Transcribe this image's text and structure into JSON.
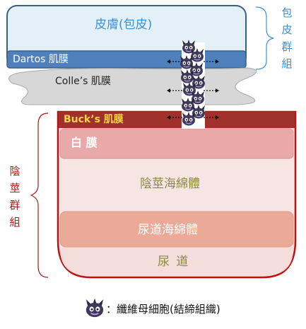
{
  "layers": {
    "skin": "皮膚(包皮)",
    "dartos": "Dartos 肌膜",
    "colles": "Colle’s 肌膜",
    "bucks": "Buck’s 肌膜",
    "tunica": "白 膜",
    "corpus_cavernosum": "陰莖海綿體",
    "corpus_spongiosum": "尿道海綿體",
    "urethra": "尿 道"
  },
  "groups": {
    "foreskin": "包皮群組",
    "penile": "陰莖群組"
  },
  "legend": {
    "text": "：纖維母細胞(結締組織)"
  },
  "colors": {
    "skin_fill": "#e4f0f8",
    "skin_border": "#3a5f86",
    "skin_text": "#3d8fd6",
    "dartos_fill": "#4f7fbd",
    "colles_fill": "#d7d7d7",
    "bucks_fill": "#a0302c",
    "bucks_text": "#ffd24a",
    "penile_border": "#c01010",
    "tunica_fill": "#e8aaa8",
    "tunica_text": "#ffffff",
    "cavernosum_fill": "#f7e5e3",
    "cavernosum_text": "#8a8a3a",
    "spongiosum_fill": "#ebaa98",
    "spongiosum_text": "#ffffff",
    "urethra_fill": "#f5dddb",
    "urethra_text": "#8a8a3a",
    "foreskin_group_color": "#3d8fd6",
    "penile_group_color": "#b01818"
  },
  "icons": [
    "fibroblast-icon",
    "double-arrow-icon"
  ]
}
